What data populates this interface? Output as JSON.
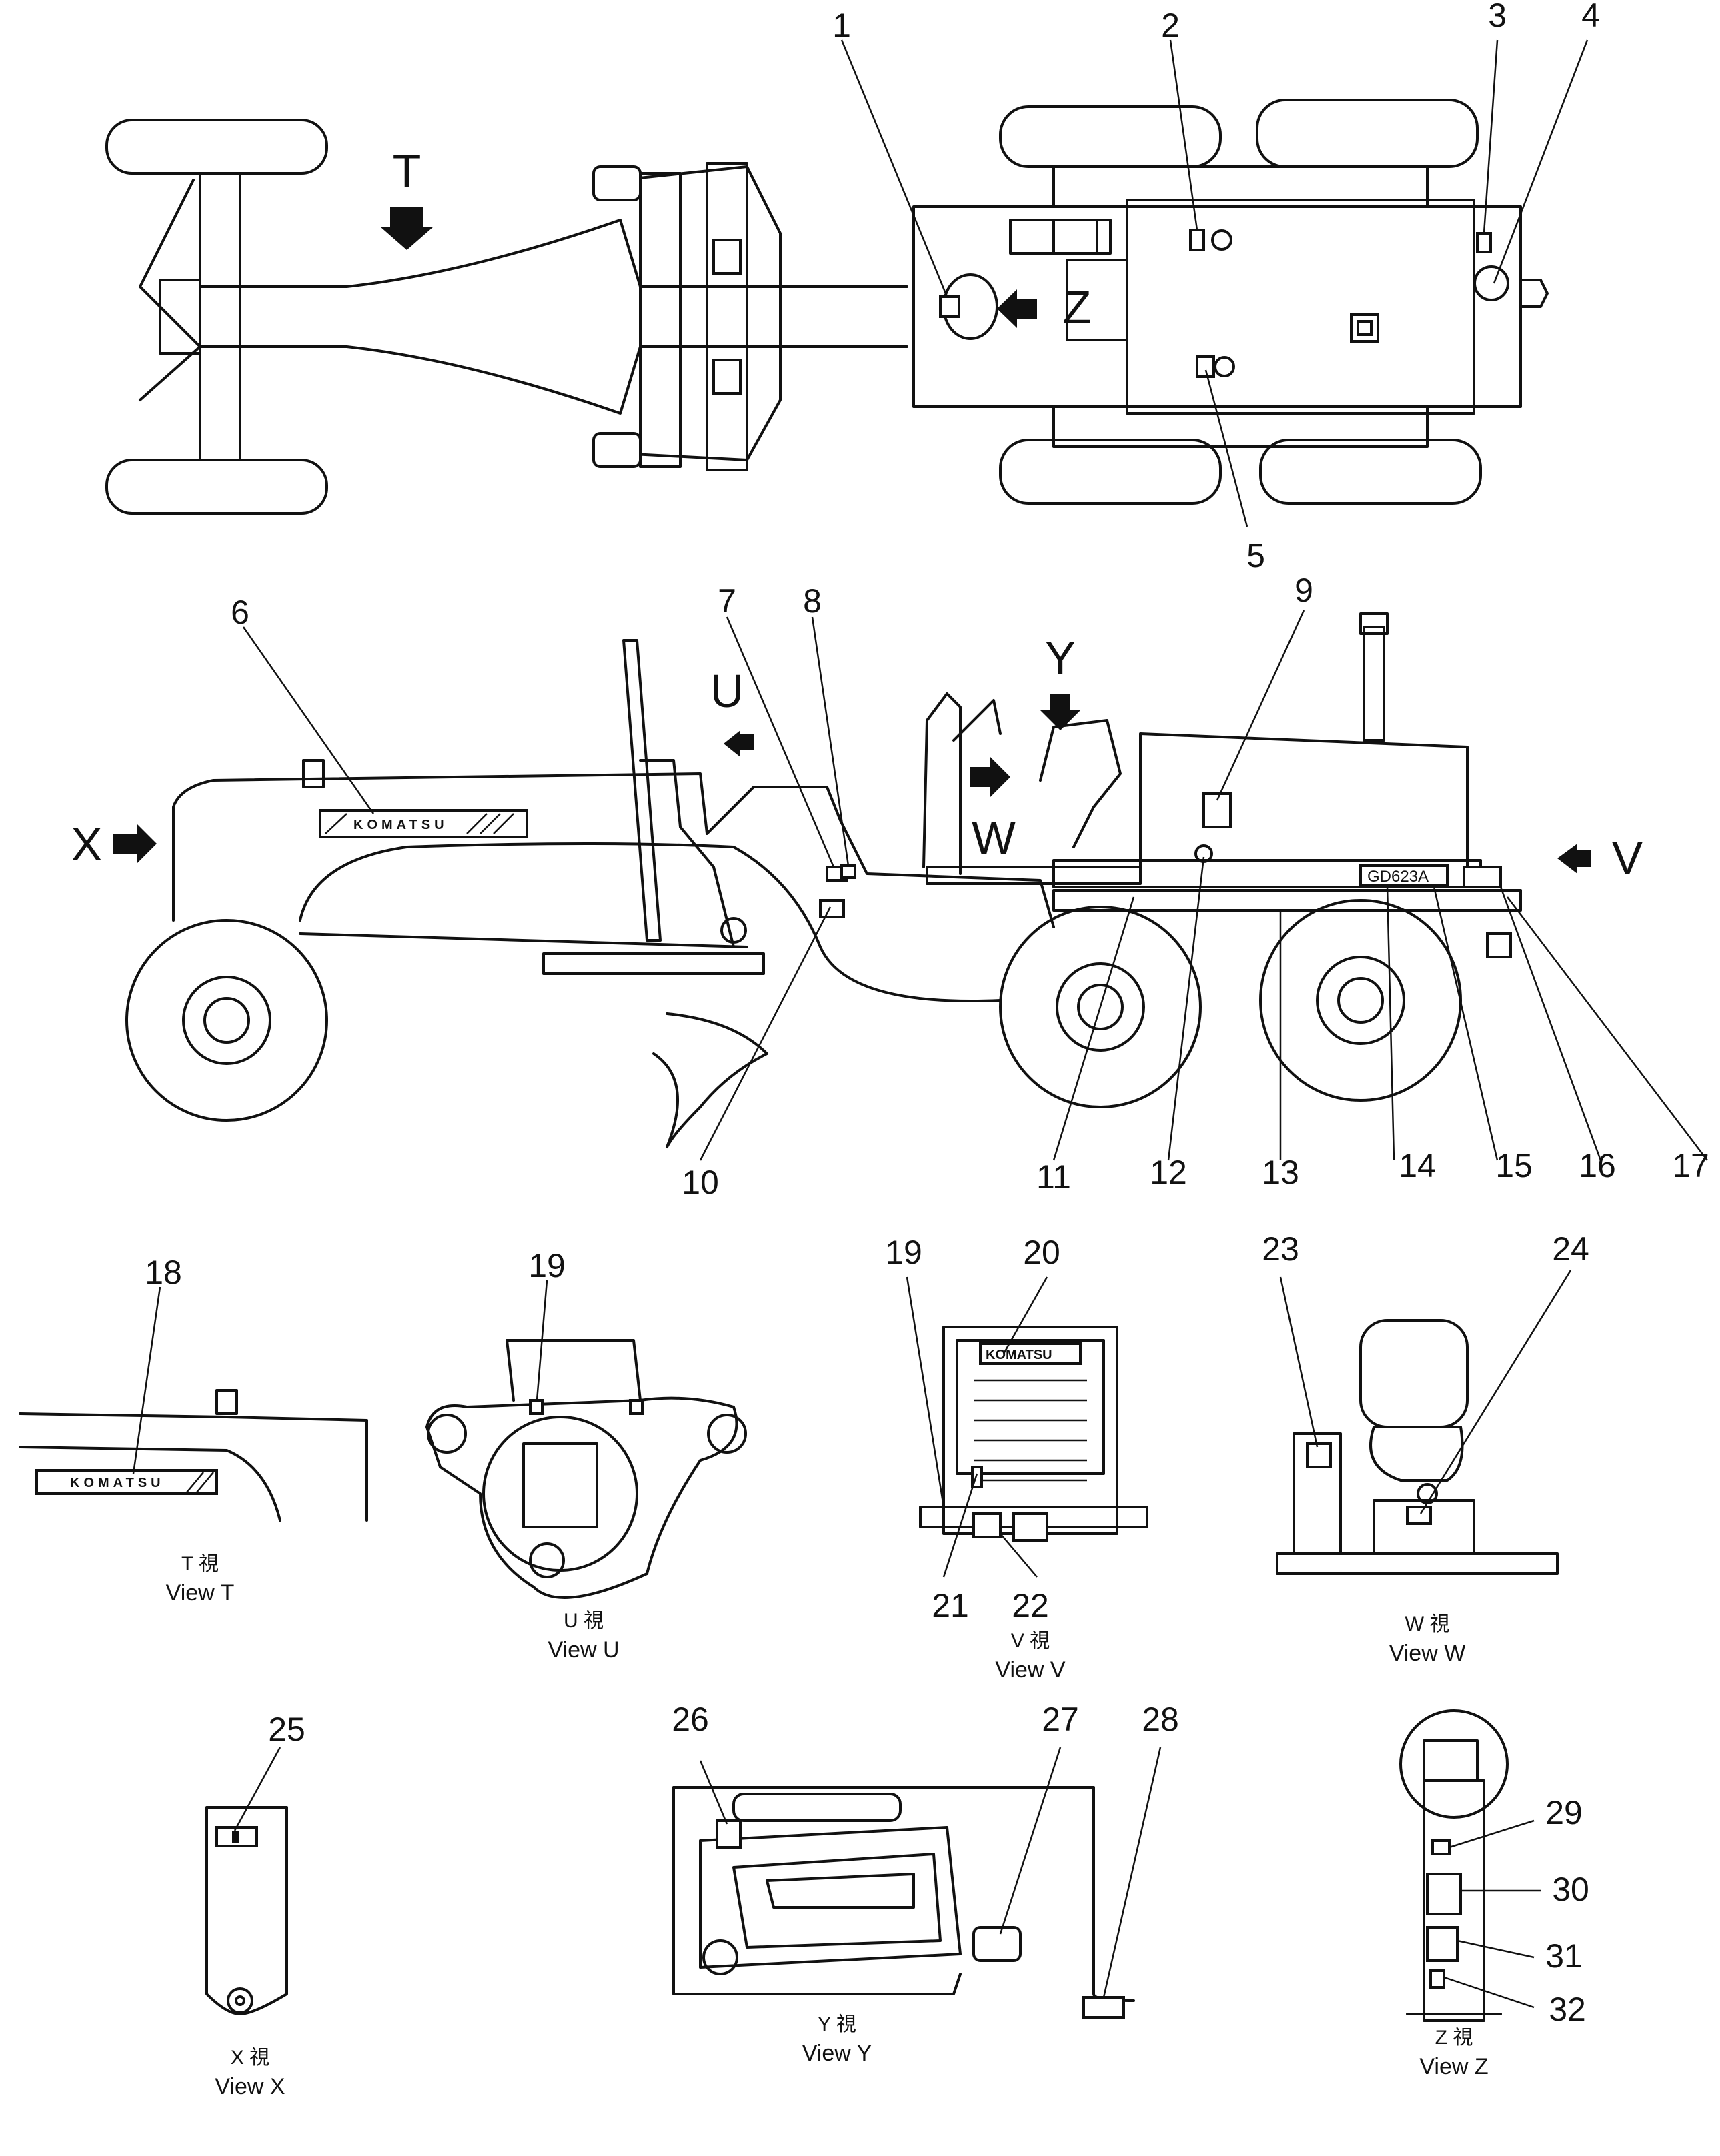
{
  "diagram": {
    "callouts": [
      "1",
      "2",
      "3",
      "4",
      "5",
      "6",
      "7",
      "8",
      "9",
      "10",
      "11",
      "12",
      "13",
      "14",
      "15",
      "16",
      "17",
      "18",
      "19",
      "20",
      "21",
      "22",
      "23",
      "24",
      "25",
      "26",
      "27",
      "28",
      "29",
      "30",
      "31",
      "32"
    ],
    "view_arrows": [
      "T",
      "U",
      "V",
      "W",
      "X",
      "Y",
      "Z"
    ],
    "view_captions": {
      "T": {
        "jp": "T 視",
        "en": "View T"
      },
      "U": {
        "jp": "U 視",
        "en": "View U"
      },
      "V": {
        "jp": "V 視",
        "en": "View V"
      },
      "W": {
        "jp": "W 視",
        "en": "View W"
      },
      "X": {
        "jp": "X 視",
        "en": "View X"
      },
      "Y": {
        "jp": "Y 視",
        "en": "View Y"
      },
      "Z": {
        "jp": "Z 視",
        "en": "View Z"
      }
    },
    "decal_brand": "KOMATSU",
    "decal_model": "GD623A"
  }
}
